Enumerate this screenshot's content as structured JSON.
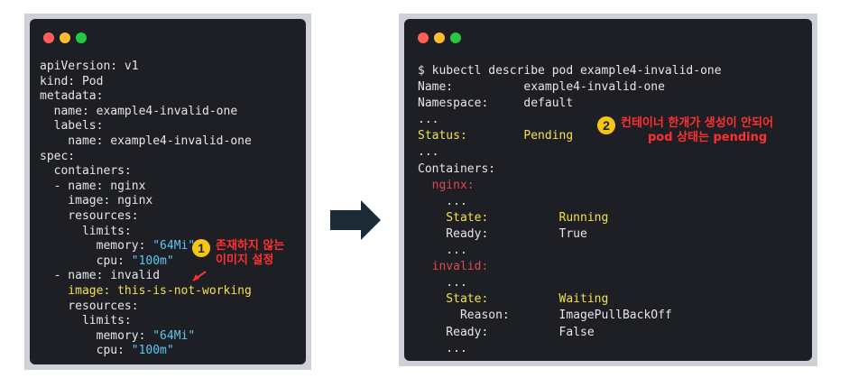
{
  "window_controls": {
    "close_color": "#ff5f57",
    "minimize_color": "#febc2e",
    "maximize_color": "#28c840"
  },
  "left_window": {
    "lines": {
      "l1": "apiVersion: v1",
      "l2": "kind: Pod",
      "l3": "metadata:",
      "l4": "  name: example4-invalid-one",
      "l5": "  labels:",
      "l6": "    name: example4-invalid-one",
      "l7": "spec:",
      "l8": "  containers:",
      "l9": "  - name: nginx",
      "l10": "    image: nginx",
      "l11": "    resources:",
      "l12": "      limits:",
      "l13_prefix": "        memory: ",
      "l13_value": "\"64Mi\"",
      "l14_prefix": "        cpu: ",
      "l14_value": "\"100m\"",
      "l15": "  - name: invalid",
      "l16": "    image: this-is-not-working",
      "l17": "    resources:",
      "l18": "      limits:",
      "l19_prefix": "        memory: ",
      "l19_value": "\"64Mi\"",
      "l20_prefix": "        cpu: ",
      "l20_value": "\"100m\""
    },
    "annotation": {
      "number": "1",
      "line1": "존재하지 않는",
      "line2": "이미지 설정"
    }
  },
  "right_window": {
    "lines": {
      "l1": "$ kubectl describe pod example4-invalid-one",
      "l2": "Name:          example4-invalid-one",
      "l3": "Namespace:     default",
      "l4": "...",
      "l5": "Status:        Pending",
      "l6": "...",
      "l7": "Containers:",
      "l8": "  nginx:",
      "l9": "    ...",
      "l10": "    State:          Running",
      "l11": "    Ready:          True",
      "l12": "    ...",
      "l13": "  invalid:",
      "l14": "    ...",
      "l15": "    State:          Waiting",
      "l16": "      Reason:       ImagePullBackOff",
      "l17": "    Ready:          False",
      "l18": "    ..."
    },
    "annotation": {
      "number": "2",
      "line1": "컨테이너 한개가 생성이 안되어",
      "line2": "pod 상태는 pending"
    }
  },
  "colors": {
    "annotation_red": "#ff3030",
    "highlight_yellow": "#f4e04d",
    "key_red": "#d94c4c",
    "string_cyan": "#5ec7f0"
  }
}
